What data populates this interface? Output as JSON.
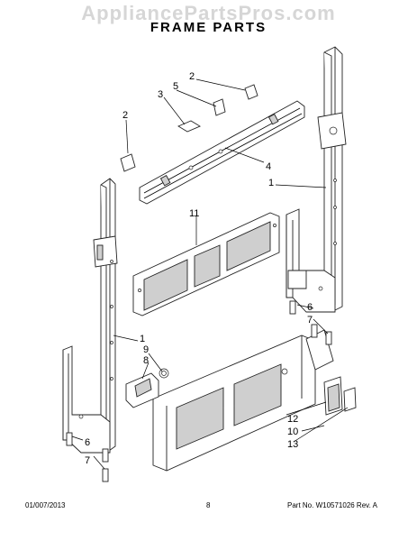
{
  "watermark": "AppliancePartsPros.com",
  "title": "FRAME PARTS",
  "footer": {
    "date": "01/007/2013",
    "page_number": "8",
    "part_info": "Part No. W10571026  Rev. A"
  },
  "callouts": {
    "c2_top": "2",
    "c5": "5",
    "c3": "3",
    "c2_left": "2",
    "c4": "4",
    "c1_right": "1",
    "c11": "11",
    "c6_right": "6",
    "c7_right": "7",
    "c1_left": "1",
    "c9": "9",
    "c8": "8",
    "c6_left": "6",
    "c7_left": "7",
    "c12": "12",
    "c10": "10",
    "c13": "13"
  }
}
